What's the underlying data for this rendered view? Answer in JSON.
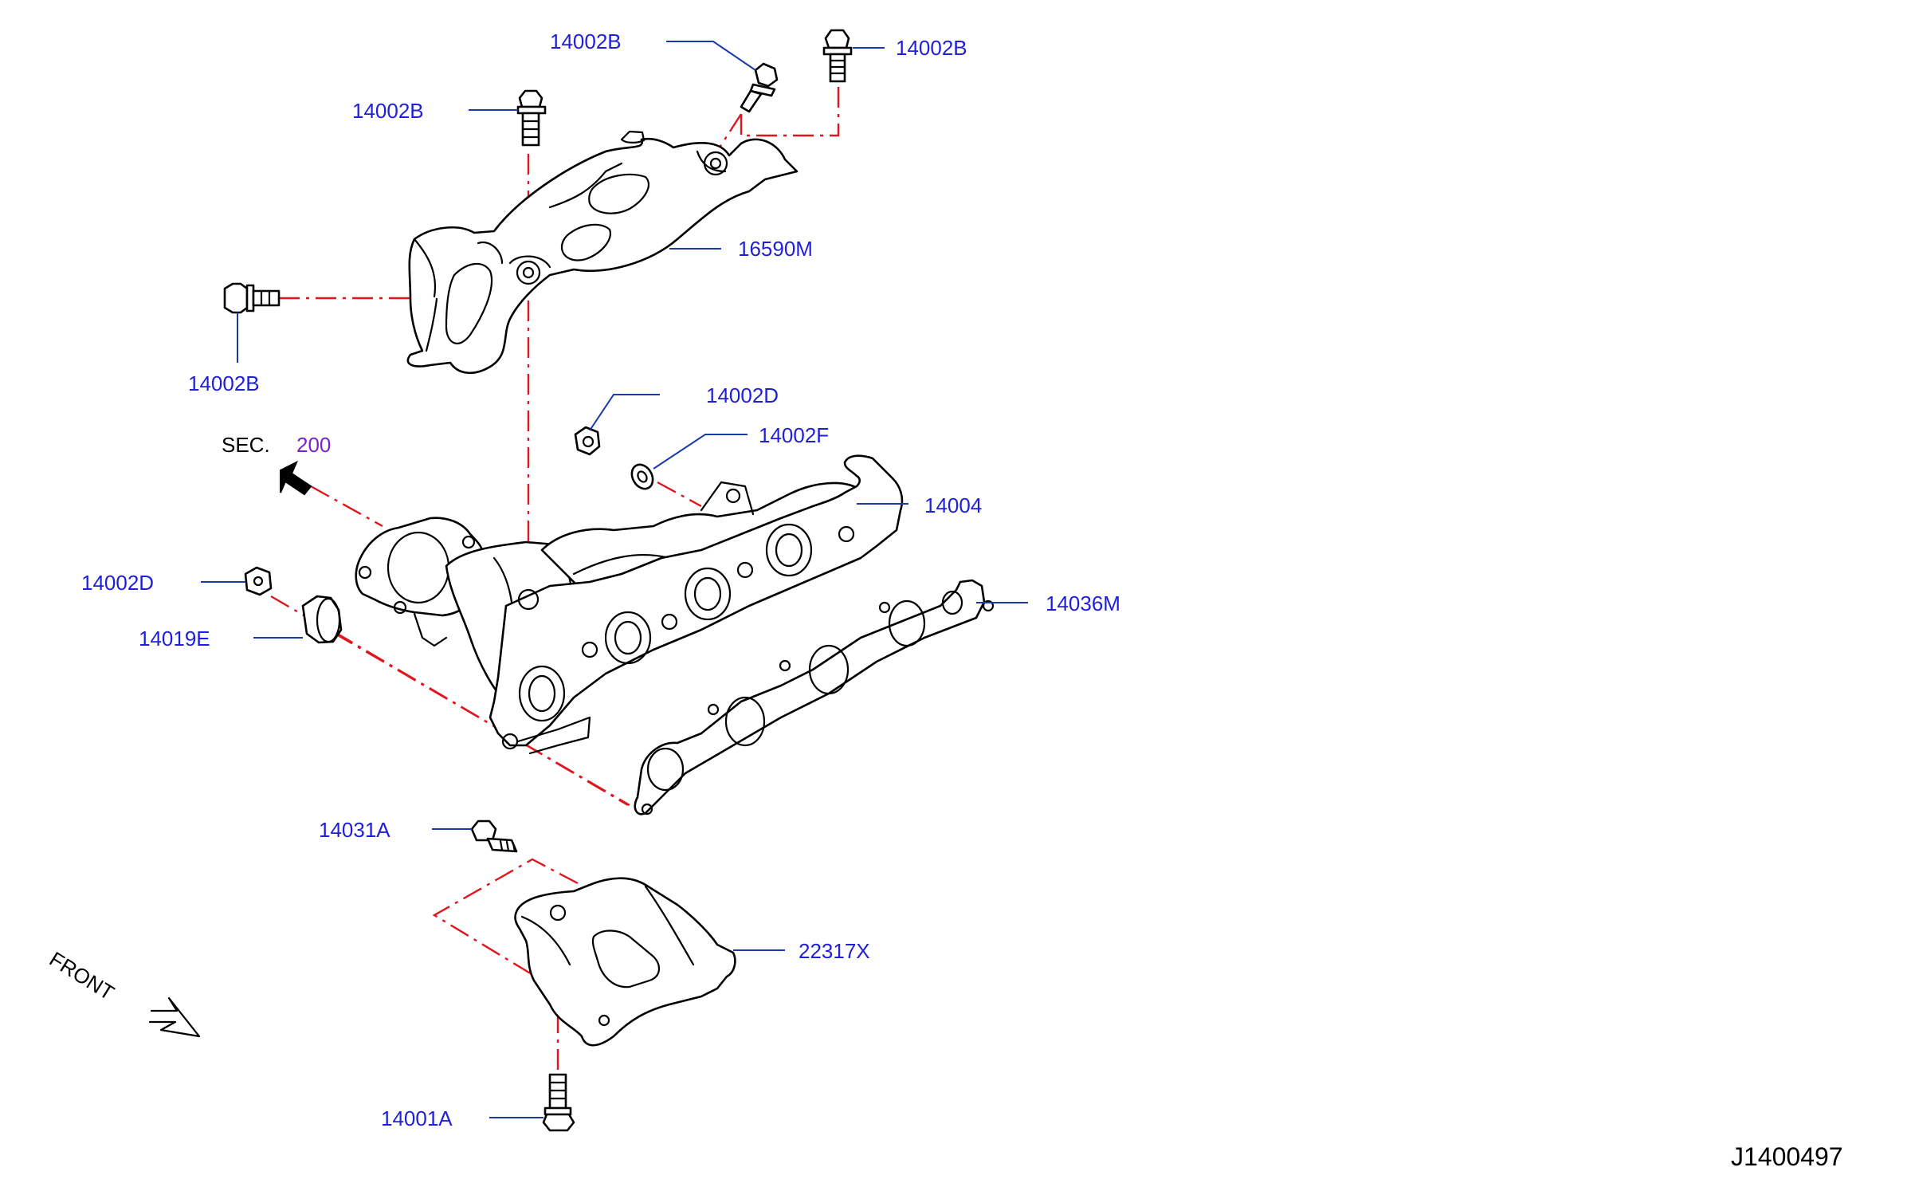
{
  "labels": {
    "b_top_mid": "14002B",
    "b_top_right": "14002B",
    "b_left_top": "14002B",
    "b_left_bottom": "14002B",
    "heat_upper": "16590M",
    "nut_d_upper": "14002D",
    "washer_f": "14002F",
    "manifold": "14004",
    "gasket": "14036M",
    "nut_d_left": "14002D",
    "spacer": "14019E",
    "bolt_31a": "14031A",
    "heat_lower": "22317X",
    "bolt_01a": "14001A"
  },
  "section_ref": {
    "prefix": "SEC.",
    "number": "200"
  },
  "front_label": "FRONT",
  "diagram_code": "J1400497",
  "colors": {
    "label": "#1f1fd6",
    "centerline": "#e0161f",
    "section_number": "#7a22cc"
  }
}
